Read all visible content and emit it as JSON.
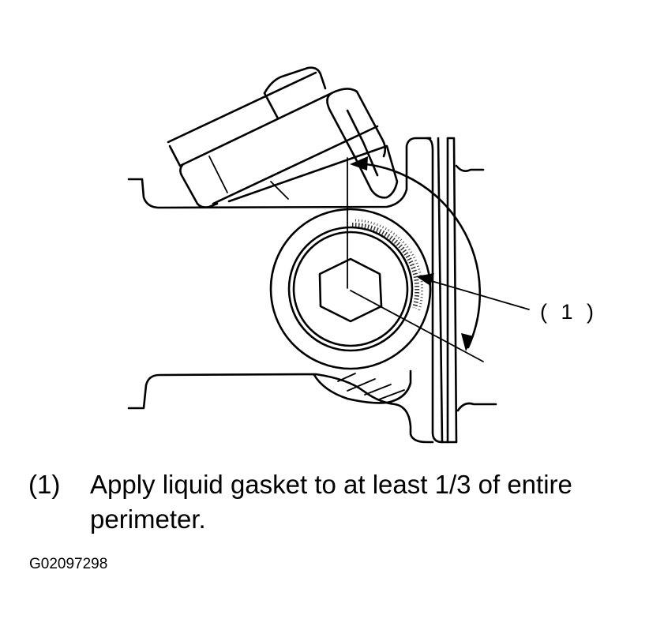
{
  "callout": {
    "label": "( 1 )"
  },
  "caption": {
    "number": "(1)",
    "text": "Apply liquid gasket to at least 1/3 of entire perimeter."
  },
  "figure_code": "G02097298",
  "icons": {
    "hex_socket": "hex-bolt-icon",
    "arrow": "arrowhead-icon"
  }
}
